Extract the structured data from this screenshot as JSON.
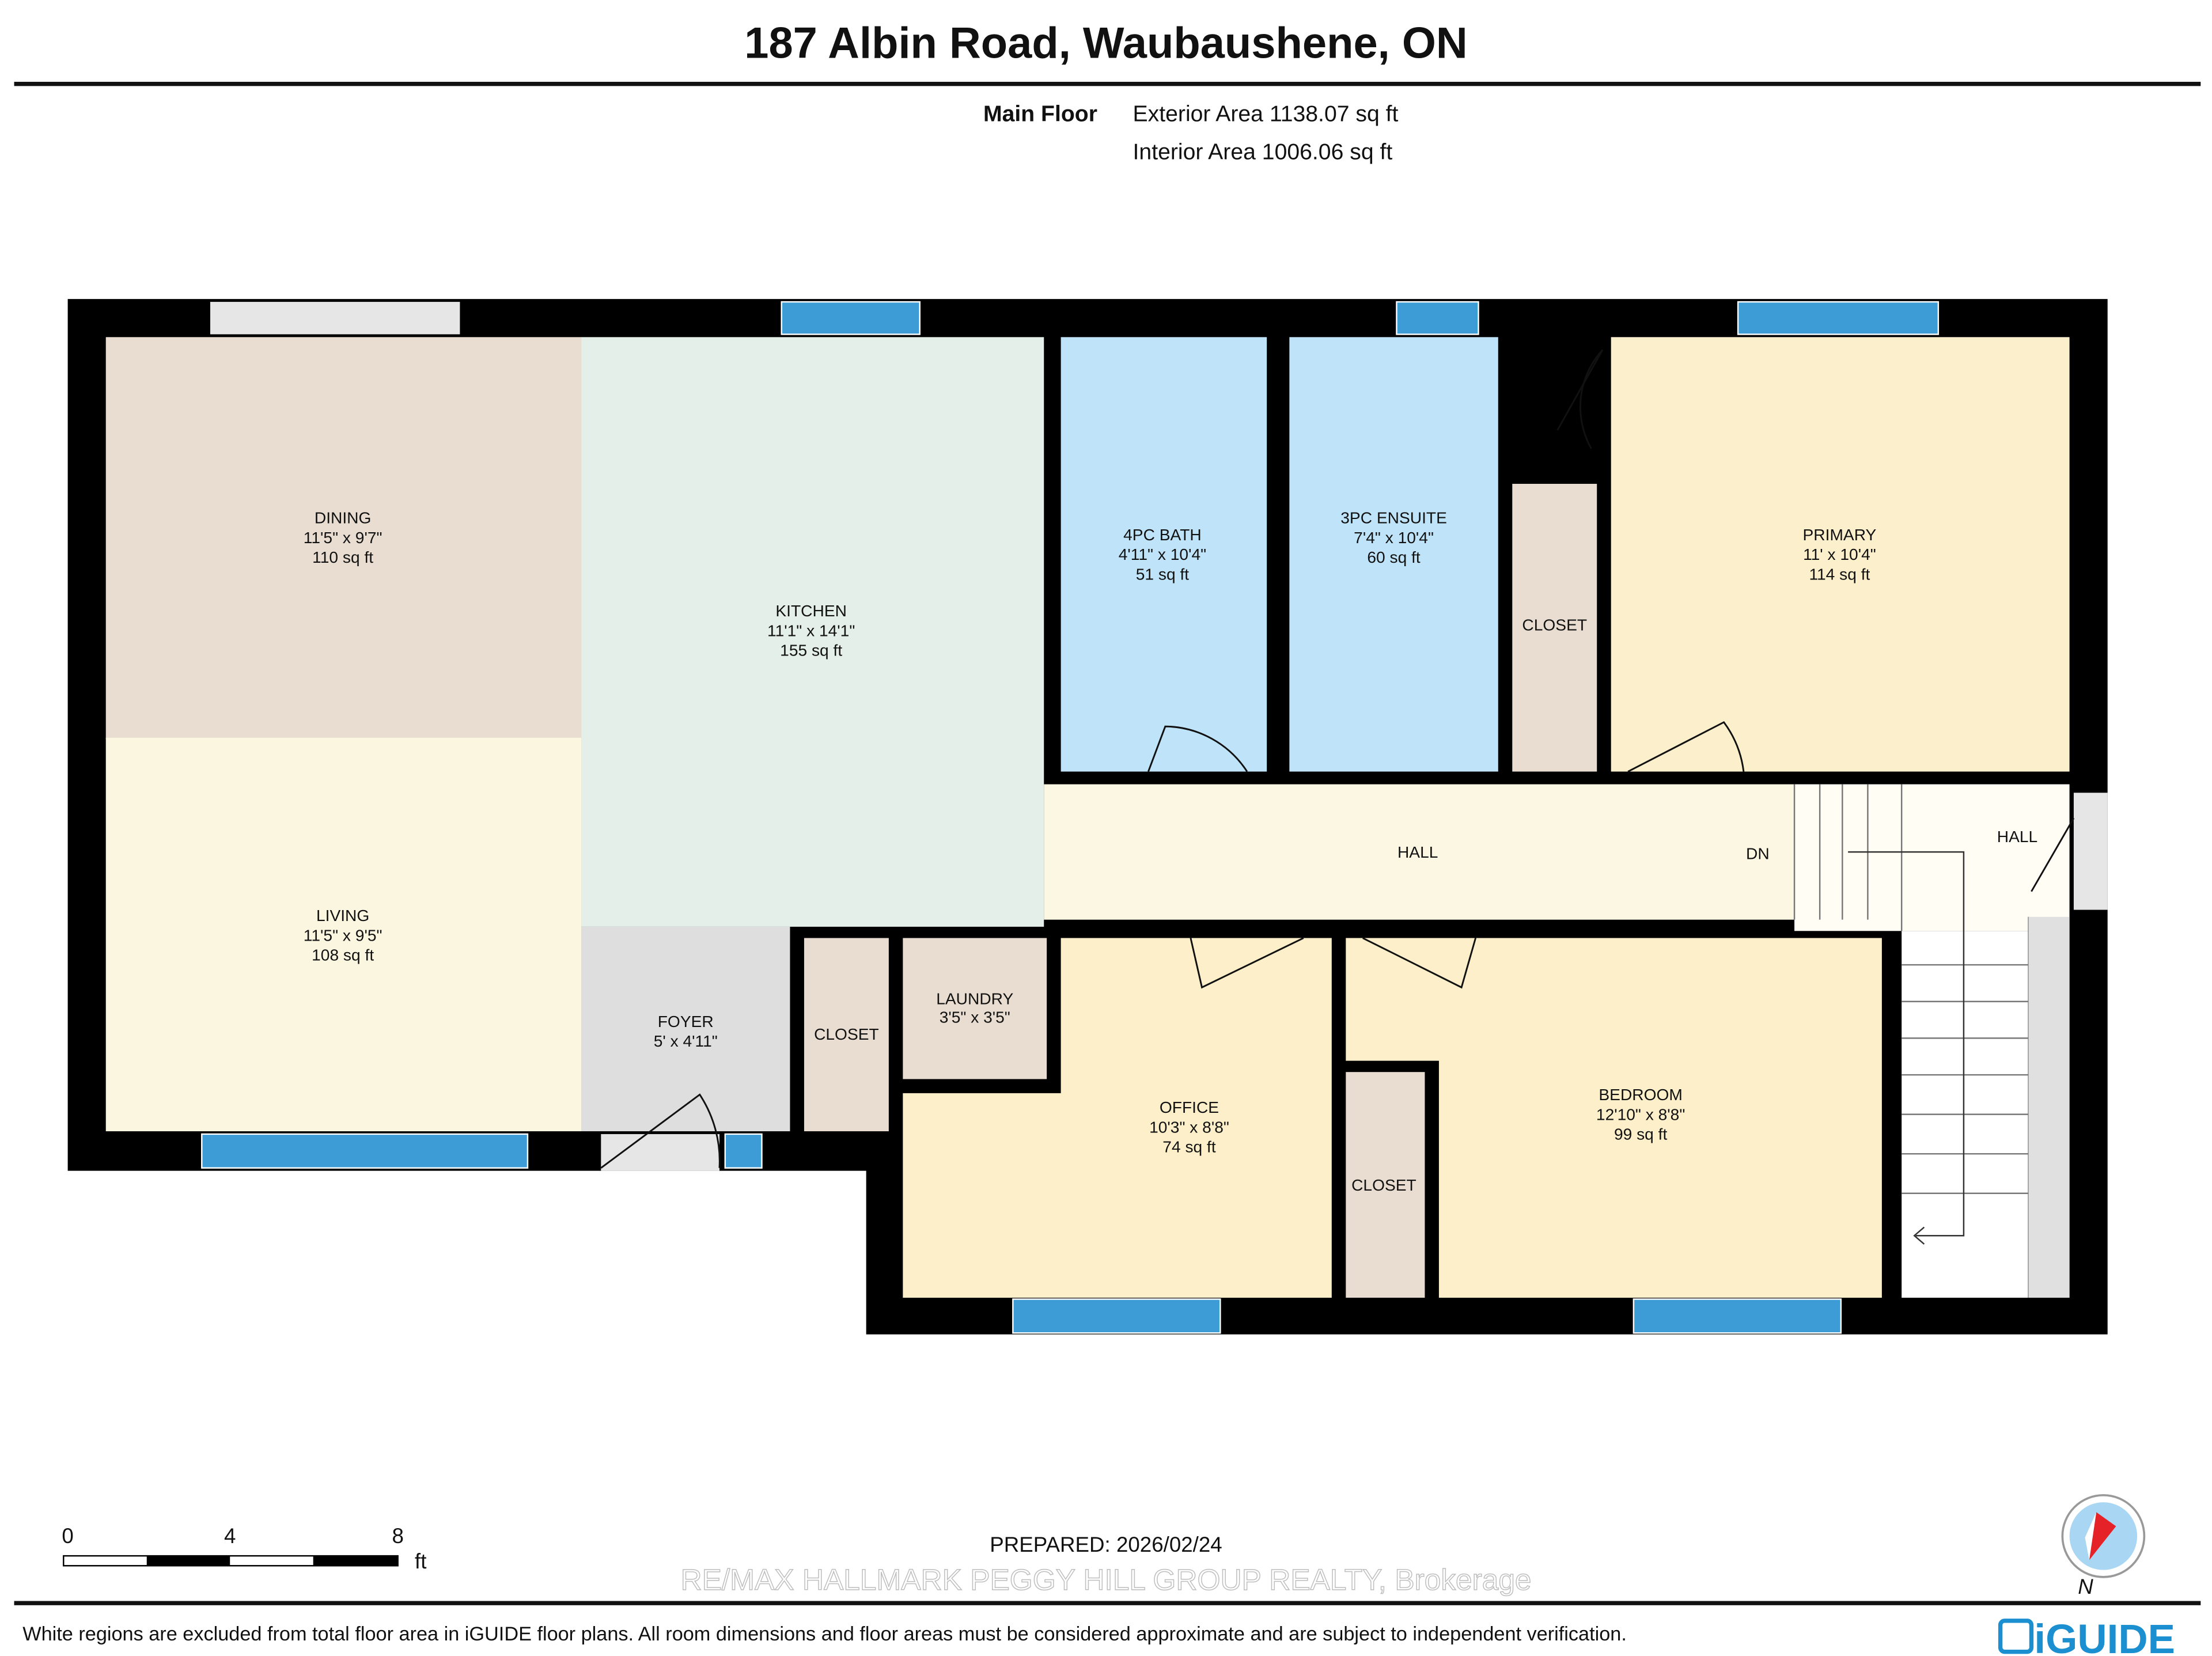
{
  "title": "187 Albin Road, Waubaushene, ON",
  "summary": {
    "floor": "Main Floor",
    "exterior": "Exterior Area 1138.07 sq ft",
    "interior": "Interior Area 1006.06 sq ft"
  },
  "rooms": [
    {
      "name": "DINING",
      "dims": "11'5\" x 9'7\"",
      "area": "110 sq ft"
    },
    {
      "name": "KITCHEN",
      "dims": "11'1\" x 14'1\"",
      "area": "155 sq ft"
    },
    {
      "name": "4PC BATH",
      "dims": "4'11\" x 10'4\"",
      "area": "51 sq ft"
    },
    {
      "name": "3PC ENSUITE",
      "dims": "7'4\" x 10'4\"",
      "area": "60 sq ft"
    },
    {
      "name": "PRIMARY",
      "dims": "11' x 10'4\"",
      "area": "114 sq ft"
    },
    {
      "name": "LIVING",
      "dims": "11'5\" x 9'5\"",
      "area": "108 sq ft"
    },
    {
      "name": "FOYER",
      "dims": "5' x 4'11\""
    },
    {
      "name": "LAUNDRY",
      "dims": "3'5\" x 3'5\""
    },
    {
      "name": "OFFICE",
      "dims": "10'3\" x 8'8\"",
      "area": "74 sq ft"
    },
    {
      "name": "BEDROOM",
      "dims": "12'10\" x 8'8\"",
      "area": "99 sq ft"
    }
  ],
  "labels": {
    "closet": "CLOSET",
    "hall": "HALL",
    "down": "DN"
  },
  "scale": {
    "ticks": [
      "0",
      "4",
      "8"
    ],
    "unit": "ft"
  },
  "prepared": "PREPARED: 2026/02/24",
  "watermark": "RE/MAX HALLMARK PEGGY HILL GROUP REALTY, Brokerage",
  "disclaimer": "White regions are excluded from total floor area in iGUIDE floor plans. All room dimensions and floor areas must be considered approximate and are subject to independent verification.",
  "logo": "iGUIDE",
  "compass": "N",
  "colors": {
    "wall": "#000000",
    "window": "#3d9bd6",
    "bath": "#bfe3f8",
    "bedroom": "#fcefc9",
    "closet": "#e8ddd0",
    "hall": "#fcf7e3",
    "kitchen": "#e5efe9",
    "foyer": "#dedede",
    "logo": "#1b8fcf"
  }
}
